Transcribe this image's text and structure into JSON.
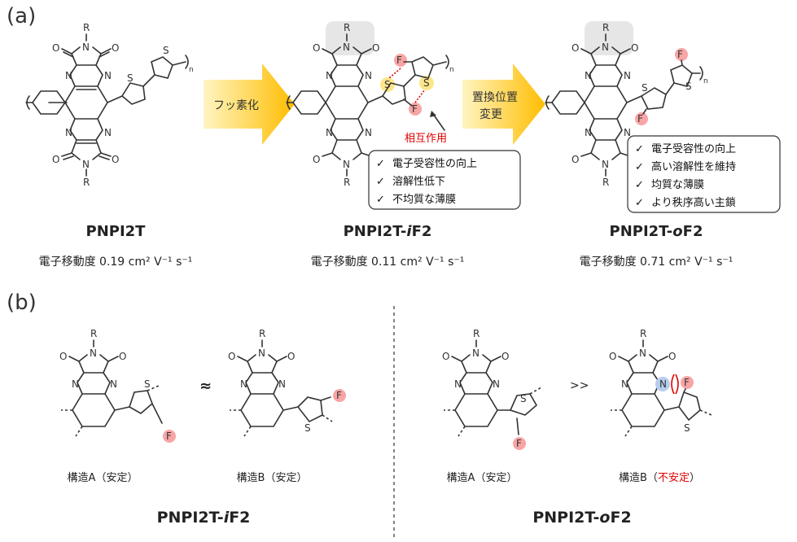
{
  "panel_a": {
    "label": "(a)",
    "arrow1_label": "フッ素化",
    "arrow2_label_line1": "置換位置",
    "arrow2_label_line2": "変更",
    "interaction_label": "相互作用",
    "polymers": [
      {
        "name": "PNPI2T",
        "mobility": "電子移動度 0.19 cm² V⁻¹ s⁻¹"
      },
      {
        "name": "PNPI2T-",
        "name_italic": "i",
        "name_suffix": "F2",
        "mobility": "電子移動度 0.11 cm² V⁻¹ s⁻¹"
      },
      {
        "name": "PNPI2T-",
        "name_italic": "o",
        "name_suffix": "F2",
        "mobility": "電子移動度 0.71 cm² V⁻¹ s⁻¹"
      }
    ],
    "box1": [
      "電子受容性の向上",
      "溶解性低下",
      "不均質な薄膜"
    ],
    "box2": [
      "電子受容性の向上",
      "高い溶解性を維持",
      "均質な薄膜",
      "より秩序高い主鎖"
    ],
    "check": "✓"
  },
  "panel_b": {
    "label": "(b)",
    "approx": "≈",
    "much_greater": ">>",
    "structures": [
      {
        "caption": "構造A（安定）"
      },
      {
        "caption": "構造B（安定）"
      },
      {
        "caption": "構造A（安定）"
      },
      {
        "caption_prefix": "構造B（",
        "caption_red": "不安定",
        "caption_suffix": "）"
      }
    ],
    "left_title": "PNPI2T-",
    "left_italic": "i",
    "left_suffix": "F2",
    "right_title": "PNPI2T-",
    "right_italic": "o",
    "right_suffix": "F2"
  },
  "atoms": {
    "R": "R",
    "N": "N",
    "O": "O",
    "S": "S",
    "F": "F",
    "n": "n"
  },
  "colors": {
    "arrow_start": "#fff3b0",
    "arrow_end": "#ffbf00",
    "fluorine_hl": "#f8a5a5",
    "sulfur_hl": "#fde68a",
    "nitrogen_hl": "#b7cdee",
    "red": "#e00000"
  }
}
